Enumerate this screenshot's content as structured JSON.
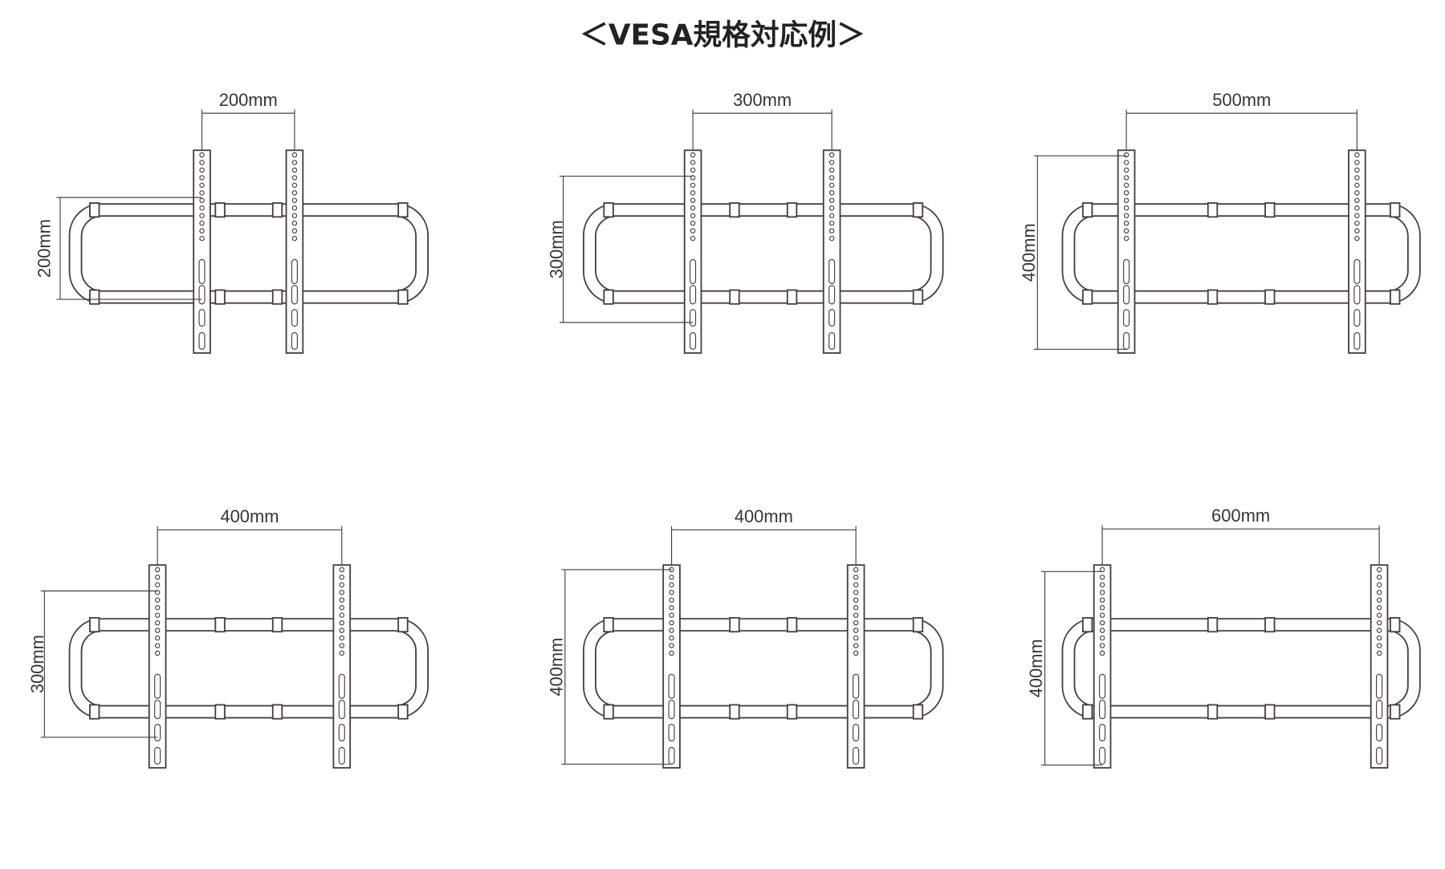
{
  "title": "＜VESA規格対応例＞",
  "diagrams": [
    {
      "width_label": "200mm",
      "height_label": "200mm"
    },
    {
      "width_label": "300mm",
      "height_label": "300mm"
    },
    {
      "width_label": "500mm",
      "height_label": "400mm"
    },
    {
      "width_label": "400mm",
      "height_label": "300mm"
    },
    {
      "width_label": "400mm",
      "height_label": "400mm"
    },
    {
      "width_label": "600mm",
      "height_label": "400mm"
    }
  ],
  "colors": {
    "line": "#4a3f3f",
    "text": "#3a3333"
  }
}
